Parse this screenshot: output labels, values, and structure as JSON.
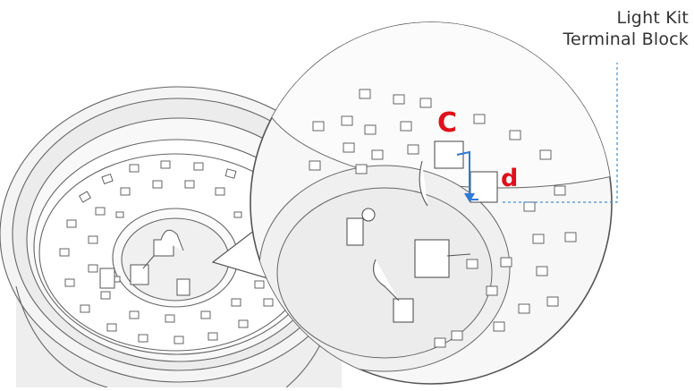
{
  "callout": {
    "line1": "Light Kit",
    "line2": "Terminal Block"
  },
  "markers": {
    "c": "C",
    "d": "d"
  },
  "colors": {
    "marker": "#e0101a",
    "arrow": "#2f7ad6",
    "leader": "#3b8fd6",
    "outline": "#555555",
    "metal": "#eeeeee"
  }
}
